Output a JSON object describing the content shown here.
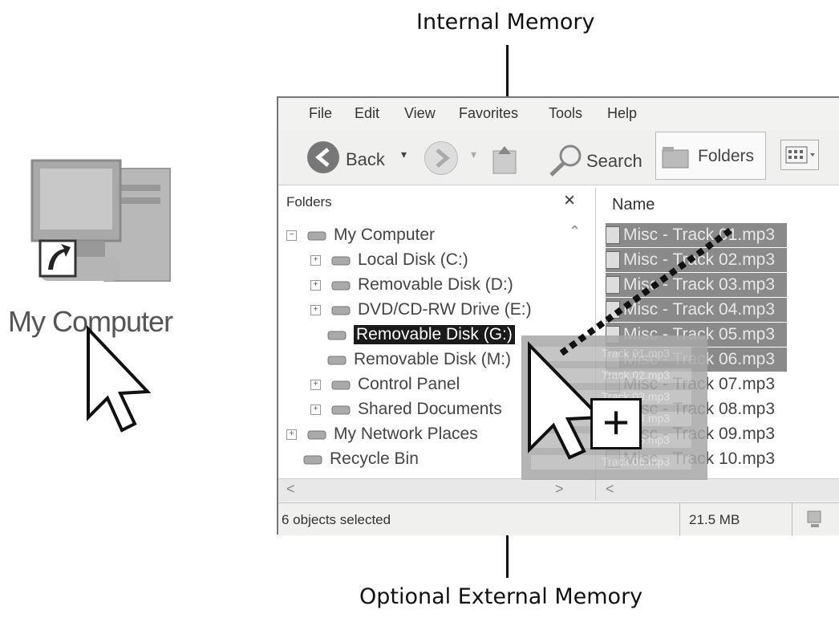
{
  "callouts": {
    "internal_memory": "Internal Memory",
    "external_memory": "Optional External Memory"
  },
  "desktop_icon": {
    "label": "My Computer",
    "icon": "my-computer-icon"
  },
  "window": {
    "menu": [
      "File",
      "Edit",
      "View",
      "Favorites",
      "Tools",
      "Help"
    ],
    "toolbar": {
      "back_label": "Back",
      "search_label": "Search",
      "folders_label": "Folders"
    },
    "folders_pane": {
      "title": "Folders",
      "close_glyph": "×",
      "tree": [
        {
          "label": "My Computer",
          "expander": "−",
          "icon": "computer-icon"
        },
        {
          "label": "Local Disk (C:)",
          "expander": "+",
          "icon": "disk-icon"
        },
        {
          "label": "Removable Disk (D:)",
          "expander": "+",
          "icon": "removable-disk-icon"
        },
        {
          "label": "DVD/CD-RW Drive (E:)",
          "expander": "+",
          "icon": "cd-drive-icon"
        },
        {
          "label": "Removable Disk (G:)",
          "expander": "",
          "icon": "removable-disk-icon",
          "selected": true
        },
        {
          "label": "Removable Disk (M:)",
          "expander": "",
          "icon": "removable-disk-icon"
        },
        {
          "label": "Control Panel",
          "expander": "+",
          "icon": "control-panel-icon"
        },
        {
          "label": "Shared Documents",
          "expander": "+",
          "icon": "folder-icon"
        },
        {
          "label": "My Network Places",
          "expander": "+",
          "icon": "network-icon"
        },
        {
          "label": "Recycle Bin",
          "expander": "",
          "icon": "recycle-bin-icon"
        }
      ]
    },
    "files_pane": {
      "column_name": "Name",
      "files": [
        {
          "name": "Misc - Track 01.mp3",
          "selected": true
        },
        {
          "name": "Misc - Track 02.mp3",
          "selected": true
        },
        {
          "name": "Misc - Track 03.mp3",
          "selected": true
        },
        {
          "name": "Misc - Track 04.mp3",
          "selected": true
        },
        {
          "name": "Misc - Track 05.mp3",
          "selected": true
        },
        {
          "name": "Misc - Track 06.mp3",
          "selected": true
        },
        {
          "name": "Misc - Track 07.mp3",
          "selected": false
        },
        {
          "name": "Misc - Track 08.mp3",
          "selected": false
        },
        {
          "name": "Misc - Track 09.mp3",
          "selected": false
        },
        {
          "name": "Misc - Track 10.mp3",
          "selected": false
        }
      ]
    },
    "status_bar": {
      "selection": "6 objects selected",
      "size": "21.5 MB"
    }
  },
  "drag": {
    "copy_glyph": "+",
    "ghost_lines": [
      "Track 01.mp3",
      "Track 02.mp3",
      "Track 03.mp3",
      "Track 04.mp3",
      "Track 05.mp3",
      "Track 06.mp3"
    ]
  }
}
